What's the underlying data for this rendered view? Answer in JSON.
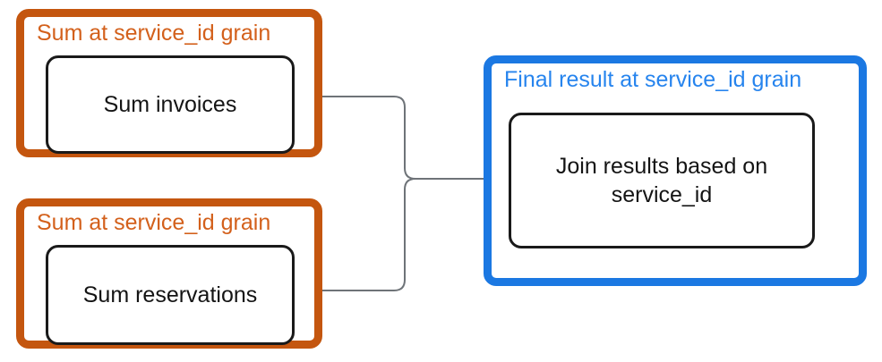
{
  "diagram": {
    "title_hidden": "",
    "colors": {
      "orange_border": "#C4560F",
      "orange_title_text": "#D3601B",
      "blue_border": "#1B78E2",
      "blue_title_text": "#2684EE",
      "node_border": "#1A1A1A",
      "node_text": "#141414",
      "connector": "#666666",
      "arrowhead": "#3C4348",
      "background": "#FFFFFF"
    },
    "groups": [
      {
        "id": "sum-invoices-group",
        "label": "Sum at service_id grain",
        "accent": "orange",
        "node": {
          "id": "sum-invoices-node",
          "label": "Sum invoices"
        }
      },
      {
        "id": "sum-reservations-group",
        "label": "Sum at service_id grain",
        "accent": "orange",
        "node": {
          "id": "sum-reservations-node",
          "label": "Sum reservations"
        }
      },
      {
        "id": "final-result-group",
        "label": "Final result at service_id grain",
        "accent": "blue",
        "node": {
          "id": "join-results-node",
          "label": "Join results based on service_id"
        }
      }
    ],
    "connectors": [
      {
        "id": "invoices-to-join",
        "from": "sum-invoices-node",
        "to": "join-results-node",
        "arrowhead": true
      },
      {
        "id": "reservations-to-join",
        "from": "sum-reservations-node",
        "to": "join-results-node",
        "arrowhead": true
      }
    ]
  }
}
